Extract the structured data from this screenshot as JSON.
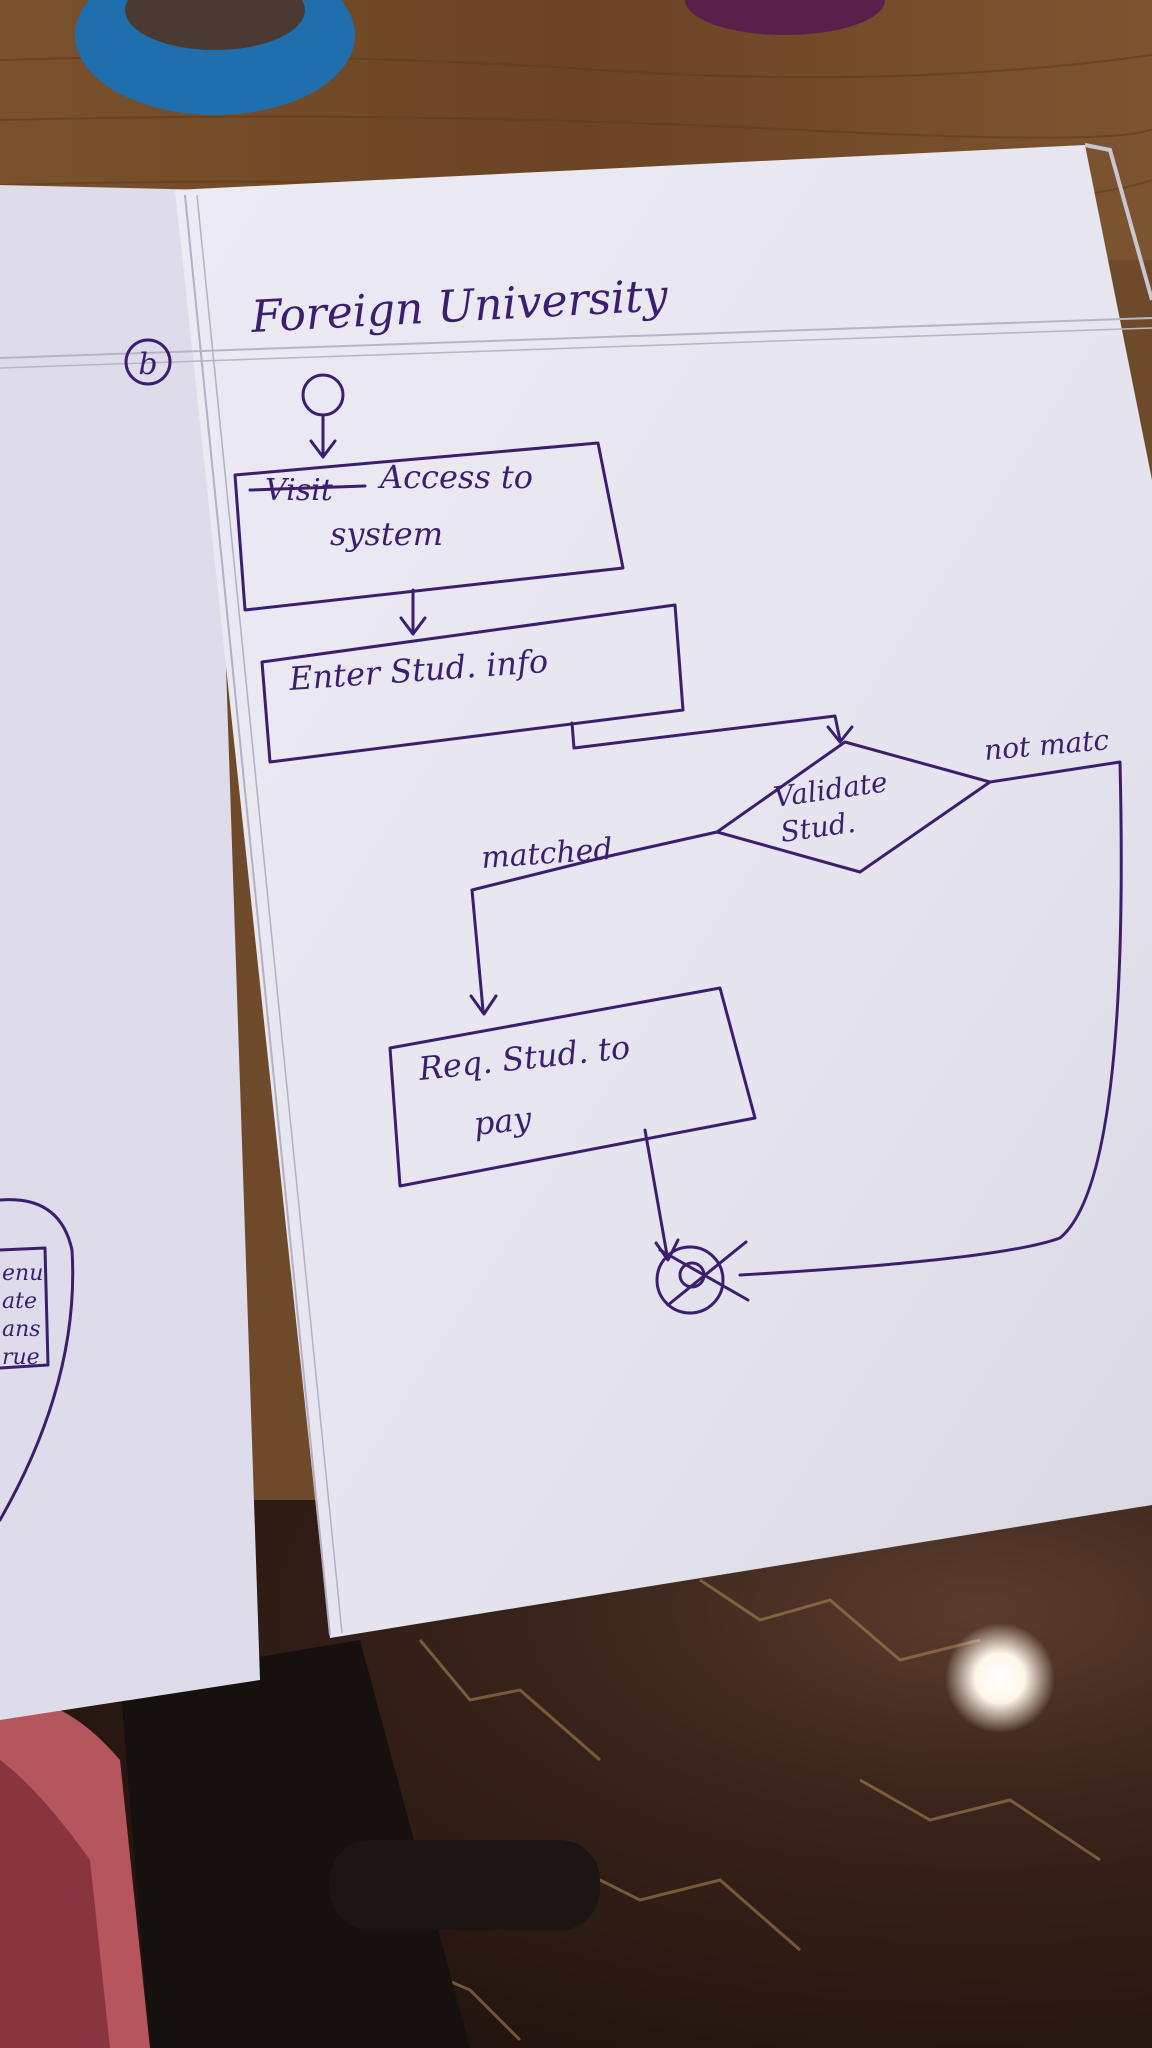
{
  "section_marker": "b",
  "title": "Foreign University",
  "nodes": {
    "access": {
      "struck": "Visit",
      "line1": "Access to",
      "line2": "system"
    },
    "enter": {
      "label": "Enter Stud. info"
    },
    "decision": {
      "line1": "Validate",
      "line2": "Stud."
    },
    "request": {
      "line1": "Req. Stud. to",
      "line2": "pay"
    }
  },
  "edges": {
    "matched": "matched",
    "not_matched": "not matc"
  },
  "margin_fragment": [
    "enu",
    "ate",
    "ans",
    "rue"
  ],
  "colors": {
    "ink": "#3c1e6e",
    "paper": "#e9e7f0",
    "table_wood": "#6e4a2a",
    "marble": "#3a241b"
  }
}
